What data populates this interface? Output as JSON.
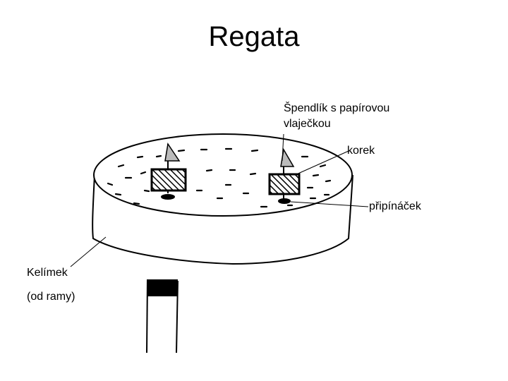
{
  "title": "Regata",
  "labels": {
    "pin_line1": "Špendlík s papírovou",
    "pin_line2": "vlaječkou",
    "cork": "korek",
    "tack": "připínáček",
    "cup": "Kelímek",
    "cup_sub": "(od ramy)"
  }
}
